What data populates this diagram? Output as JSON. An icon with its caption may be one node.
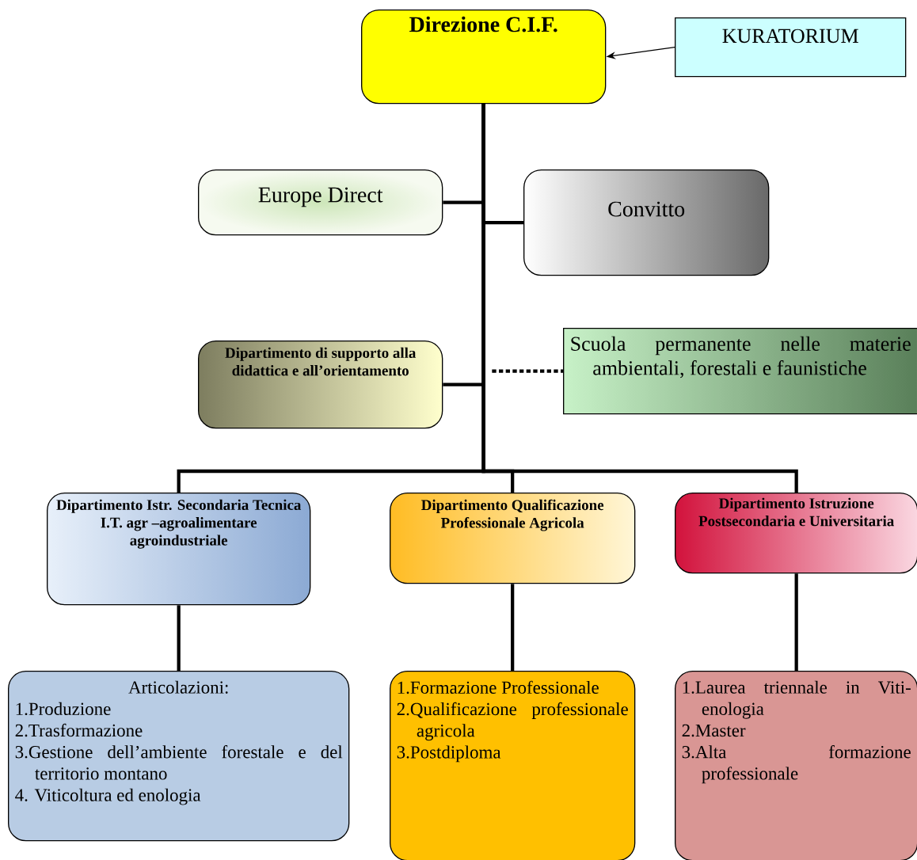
{
  "diagram": {
    "nodes": [
      {
        "text": [
          "Direzione C.I.F."
        ]
      },
      {
        "text": [
          "KURATORIUM"
        ]
      },
      {
        "text": [
          "Europe Direct"
        ]
      },
      {
        "text": [
          "Convitto"
        ]
      },
      {
        "text": [
          "Dipartimento di supporto alla didattica e all’orientamento"
        ]
      },
      {
        "text": [
          "Scuola permanente nelle materie ambientali, forestali e faunistiche"
        ]
      },
      {
        "text": [
          "Dipartimento Istr. Secondaria Tecnica I.T. agr –agroalimentare agroindustriale"
        ]
      },
      {
        "text": [
          "Dipartimento Qualificazione Professionale Agricola"
        ]
      },
      {
        "text": [
          "Dipartimento Istruzione Postsecondaria e Universitaria"
        ]
      },
      {
        "text": [
          "Articolazioni:",
          "1.Produzione",
          "2.Trasformazione",
          "3.Gestione dell’ambiente  forestale e del territorio montano",
          "4. Viticoltura ed enologia"
        ]
      },
      {
        "text": [
          "1.Formazione Professionale",
          "2.Qualificazione professionale agricola",
          "3.Postdiploma"
        ]
      },
      {
        "text": [
          "1.Laurea triennale in Viti-enologia",
          "2.Master",
          "3.Alta formazione professionale"
        ]
      }
    ],
    "edges": [
      {
        "from": 1,
        "to": 0,
        "arrow": "to"
      },
      {
        "from": 0,
        "to": 2,
        "arrow": "none"
      },
      {
        "from": 0,
        "to": 3,
        "arrow": "none"
      },
      {
        "from": 0,
        "to": 4,
        "arrow": "none"
      },
      {
        "from": 4,
        "to": 5,
        "arrow": "none",
        "style": "dashed"
      },
      {
        "from": 0,
        "to": 6,
        "arrow": "none"
      },
      {
        "from": 0,
        "to": 7,
        "arrow": "none"
      },
      {
        "from": 0,
        "to": 8,
        "arrow": "none"
      },
      {
        "from": 6,
        "to": 9,
        "arrow": "none"
      },
      {
        "from": 7,
        "to": 10,
        "arrow": "none"
      },
      {
        "from": 8,
        "to": 11,
        "arrow": "none"
      }
    ]
  }
}
